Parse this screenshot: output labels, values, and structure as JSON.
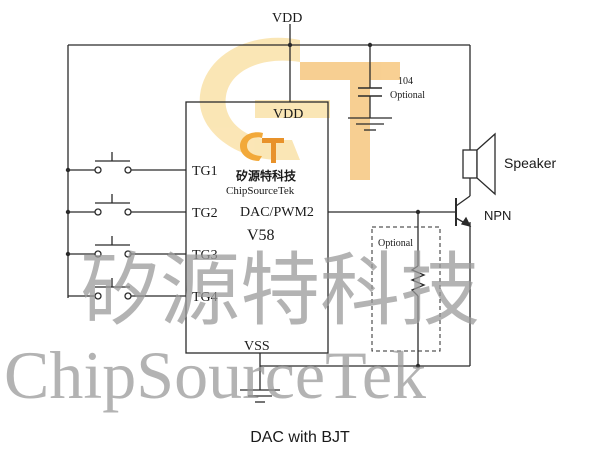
{
  "chip": {
    "vdd_top": "VDD",
    "vdd_pin": "VDD",
    "vss_pin": "VSS",
    "part_number": "V58",
    "pins": [
      "TG1",
      "TG2",
      "TG3",
      "TG4"
    ],
    "output_pin": "DAC/PWM2",
    "logo_cn": "矽源特科技",
    "logo_en": "ChipSourceTek"
  },
  "capacitor": {
    "value": "104",
    "note": "Optional"
  },
  "resistor": {
    "note": "Optional"
  },
  "speaker": {
    "label": "Speaker"
  },
  "transistor": {
    "label": "NPN"
  },
  "watermark": {
    "cn": "矽源特科技",
    "en": "ChipSourceTek"
  },
  "caption": "DAC with BJT",
  "colors": {
    "line": "#2b2b2b",
    "watermark_text": "#9a9a9a",
    "watermark_logo_yellow": "#f7d27a",
    "watermark_logo_orange": "#f2a93a"
  }
}
